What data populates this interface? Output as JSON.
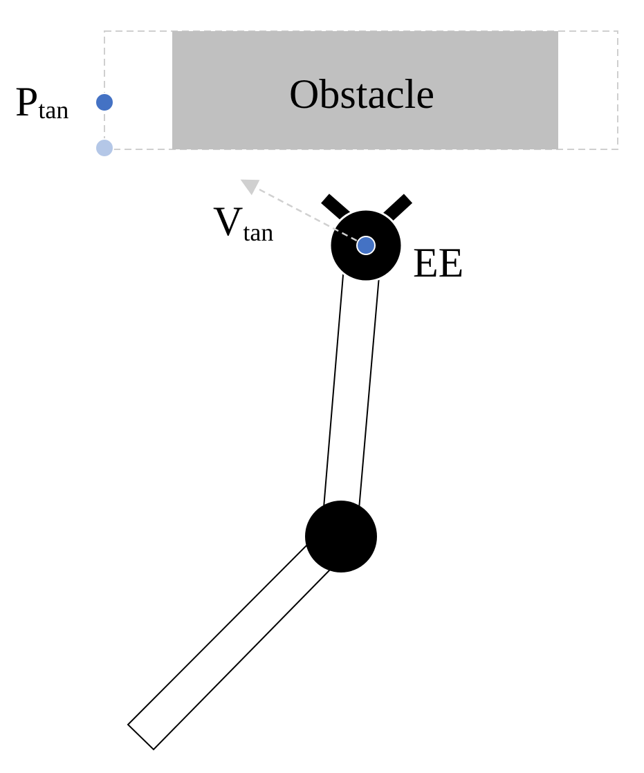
{
  "diagram": {
    "obstacle_label": "Obstacle",
    "p_tan": {
      "main": "P",
      "sub": "tan"
    },
    "v_tan": {
      "main": "V",
      "sub": "tan"
    },
    "ee_label": "EE"
  },
  "colors": {
    "obstacle_fill": "#c0c0c0",
    "dashed_line": "#cfcfcf",
    "point_dark": "#4472c4",
    "point_light": "#b4c7e7",
    "joint": "#000000",
    "link_fill": "#ffffff",
    "link_stroke": "#000000",
    "arrow": "#d0d0d0"
  }
}
